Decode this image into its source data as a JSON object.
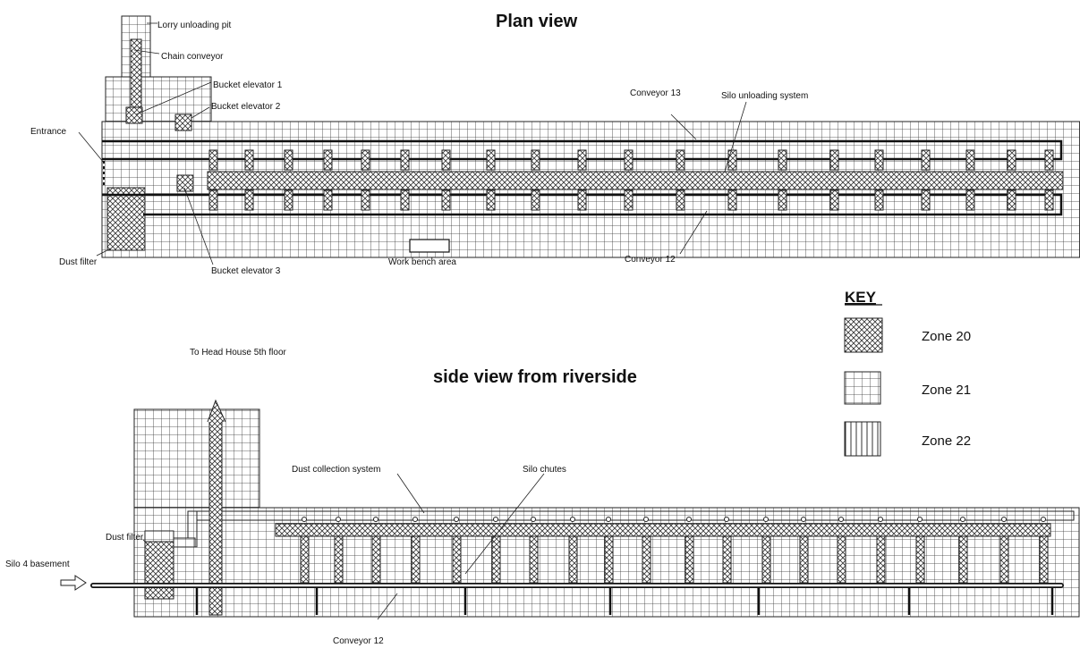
{
  "plan_view": {
    "title": "Plan view",
    "labels": {
      "lorry_pit": "Lorry unloading pit",
      "chain_conveyor": "Chain conveyor",
      "bucket_elevator_1": "Bucket elevator 1",
      "bucket_elevator_2": "Bucket elevator 2",
      "bucket_elevator_3": "Bucket elevator 3",
      "entrance": "Entrance",
      "dust_filter": "Dust filter",
      "work_bench": "Work bench area",
      "conveyor_13": "Conveyor 13",
      "silo_unloading": "Silo unloading system",
      "conveyor_12": "Conveyor 12"
    }
  },
  "side_view": {
    "title": "side view from riverside",
    "labels": {
      "head_house": "To Head House 5th floor",
      "dust_collection": "Dust collection system",
      "silo_chutes": "Silo chutes",
      "dust_filter": "Dust filter",
      "silo_basement": "Silo 4 basement",
      "conveyor_12": "Conveyor 12"
    }
  },
  "key": {
    "title": "KEY",
    "items": [
      {
        "label": "Zone 20",
        "pattern": "crosshatch"
      },
      {
        "label": "Zone 21",
        "pattern": "grid"
      },
      {
        "label": "Zone 22",
        "pattern": "vertical-lines"
      }
    ]
  }
}
